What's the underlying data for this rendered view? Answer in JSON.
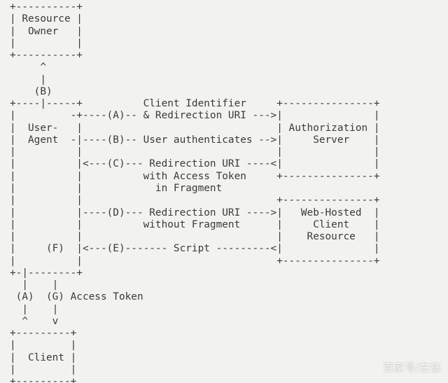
{
  "diagram": {
    "lines": [
      "+----------+",
      "| Resource |",
      "|  Owner   |",
      "|          |",
      "+----------+",
      "     ^",
      "     |",
      "    (B)",
      "+----|-----+          Client Identifier     +---------------+",
      "|         -+----(A)-- & Redirection URI --->|               |",
      "|  User-   |                                | Authorization |",
      "|  Agent  -|----(B)-- User authenticates -->|     Server    |",
      "|          |                                |               |",
      "|          |<---(C)--- Redirection URI ----<|               |",
      "|          |          with Access Token     +---------------+",
      "|          |            in Fragment",
      "|          |                                +---------------+",
      "|          |----(D)--- Redirection URI ---->|   Web-Hosted  |",
      "|          |          without Fragment      |     Client    |",
      "|          |                                |    Resource   |",
      "|     (F)  |<---(E)------- Script ---------<|               |",
      "|          |                                +---------------+",
      "+-|--------+",
      "  |    |",
      " (A)  (G) Access Token",
      "  |    |",
      "  ^    v",
      "+---------+",
      "|         |",
      "|  Client |",
      "|         |",
      "+---------+"
    ]
  },
  "watermark": {
    "text": "百家号/左悠"
  }
}
